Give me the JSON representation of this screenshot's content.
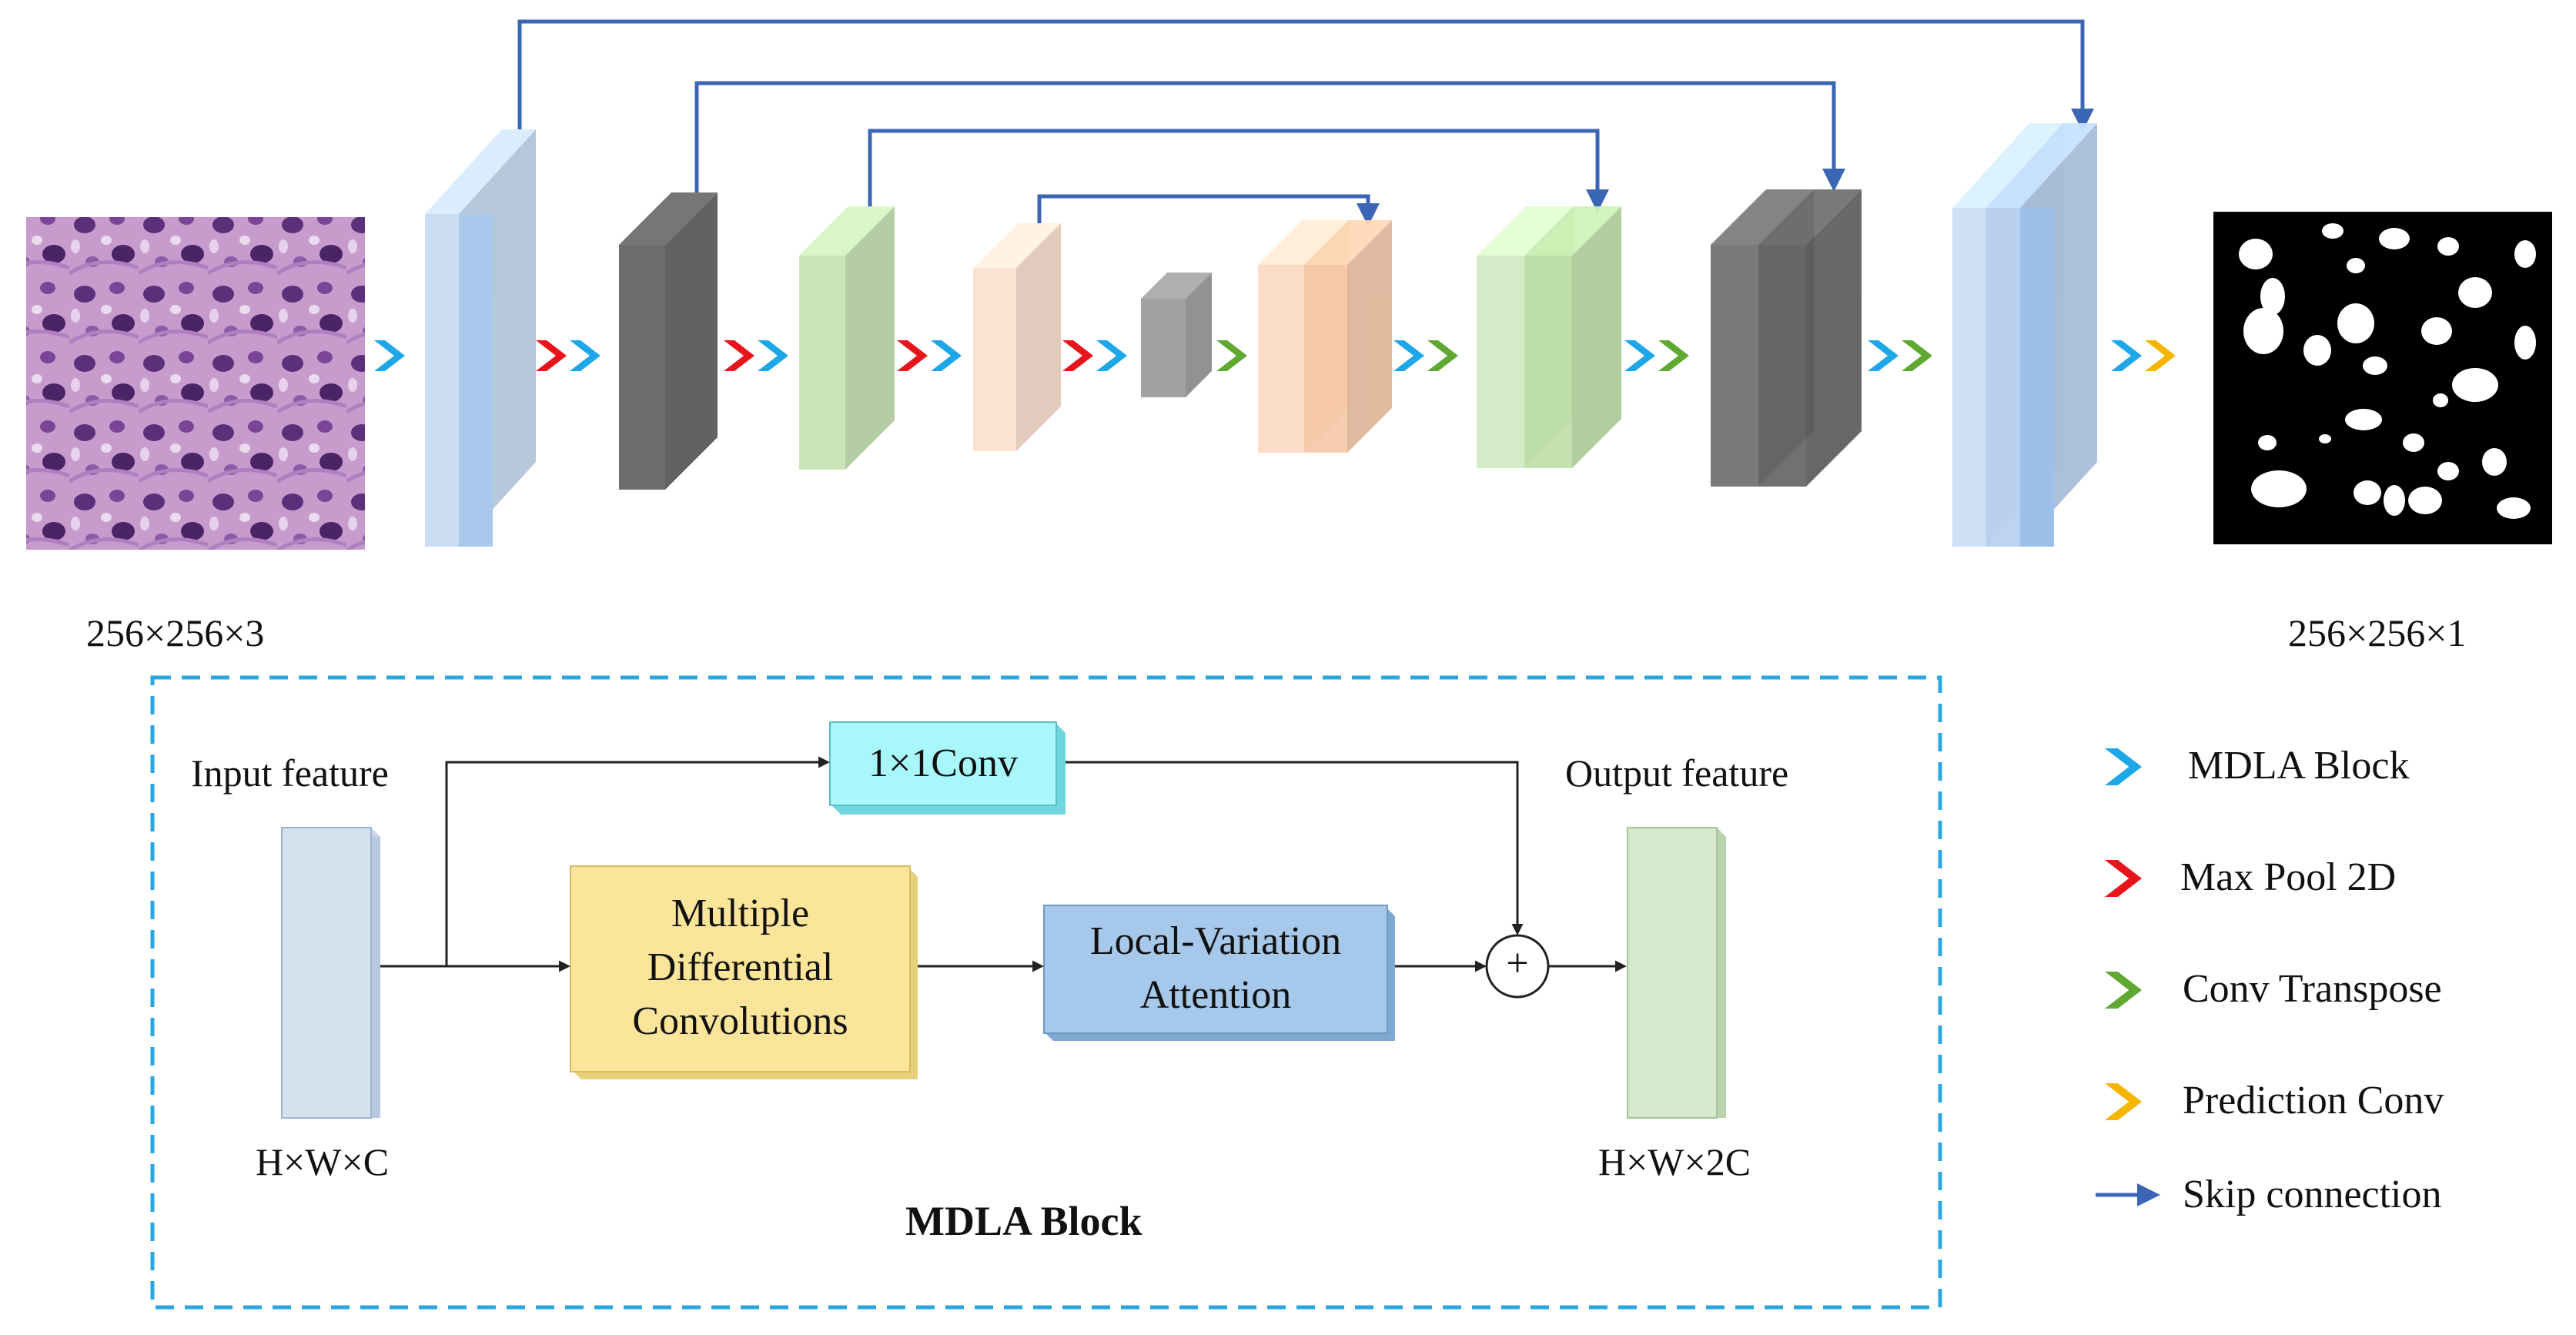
{
  "input_size": "256×256×3",
  "output_size": "256×256×1",
  "legend": {
    "mdla": "MDLA Block",
    "maxpool": "Max Pool 2D",
    "convt": "Conv Transpose",
    "pred": "Prediction Conv",
    "skip": "Skip connection"
  },
  "colors": {
    "mdla": "#1ea7e8",
    "maxpool": "#e8141c",
    "convt": "#5fa832",
    "pred": "#f7b500",
    "skip": "#3b66b5"
  },
  "block": {
    "title": "MDLA Block",
    "input_label": "Input feature",
    "input_dim": "H×W×C",
    "conv1x1": "1×1Conv",
    "mdc_line1": "Multiple",
    "mdc_line2": "Differential",
    "mdc_line3": "Convolutions",
    "lva_line1": "Local-Variation",
    "lva_line2": "Attention",
    "sum": "+",
    "output_label": "Output feature",
    "output_dim": "H×W×2C"
  }
}
